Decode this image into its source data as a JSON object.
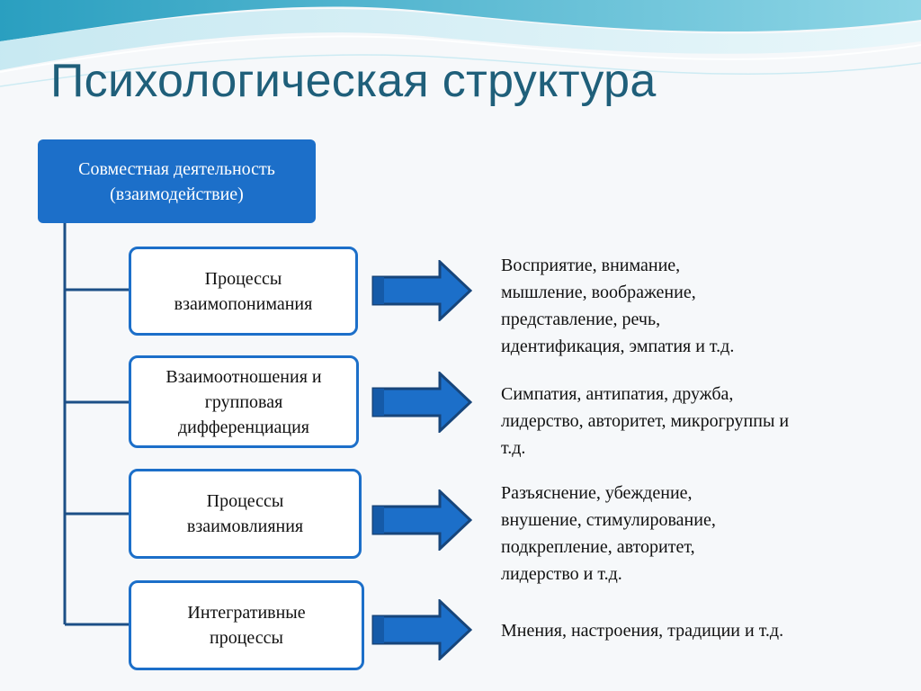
{
  "slide": {
    "title": "Психологическая структура",
    "accent_color": "#1c6fc9",
    "title_color": "#1f5f7a"
  },
  "root": {
    "lines": [
      "Совместная деятельность",
      "(взаимодействие)"
    ]
  },
  "groups": [
    {
      "lines": [
        "Процессы",
        "взаимопонимания"
      ],
      "description": [
        "Восприятие, внимание,",
        "мышление, воображение,",
        "представление, речь,",
        "идентификация, эмпатия и т.д."
      ]
    },
    {
      "lines": [
        "Взаимоотношения и",
        "групповая",
        "дифференциация"
      ],
      "description": [
        "Симпатия, антипатия, дружба,",
        "лидерство, авторитет, микрогруппы и",
        "т.д."
      ]
    },
    {
      "lines": [
        "Процессы",
        "взаимовлияния"
      ],
      "description": [
        "Разъяснение, убеждение,",
        "внушение, стимулирование,",
        "подкрепление, авторитет,",
        "лидерство и т.д."
      ]
    },
    {
      "lines": [
        "Интегративные",
        "процессы"
      ],
      "description": [
        "Мнения, настроения, традиции и т.д."
      ]
    }
  ]
}
